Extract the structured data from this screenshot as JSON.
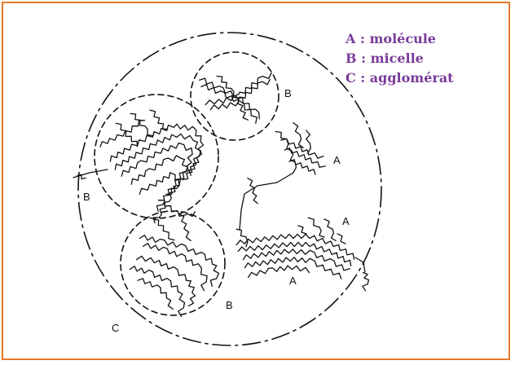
{
  "legend": {
    "line_a": "A : molécule",
    "line_b": "B : micelle",
    "line_c": "C : agglomérat",
    "color": "#7a3b9a"
  },
  "labels": {
    "a1": "A",
    "a2": "A",
    "a3": "A",
    "b1": "B",
    "b2": "B",
    "b3": "B",
    "c": "C"
  },
  "colors": {
    "frame": "#e8782a",
    "ink": "#111111"
  }
}
